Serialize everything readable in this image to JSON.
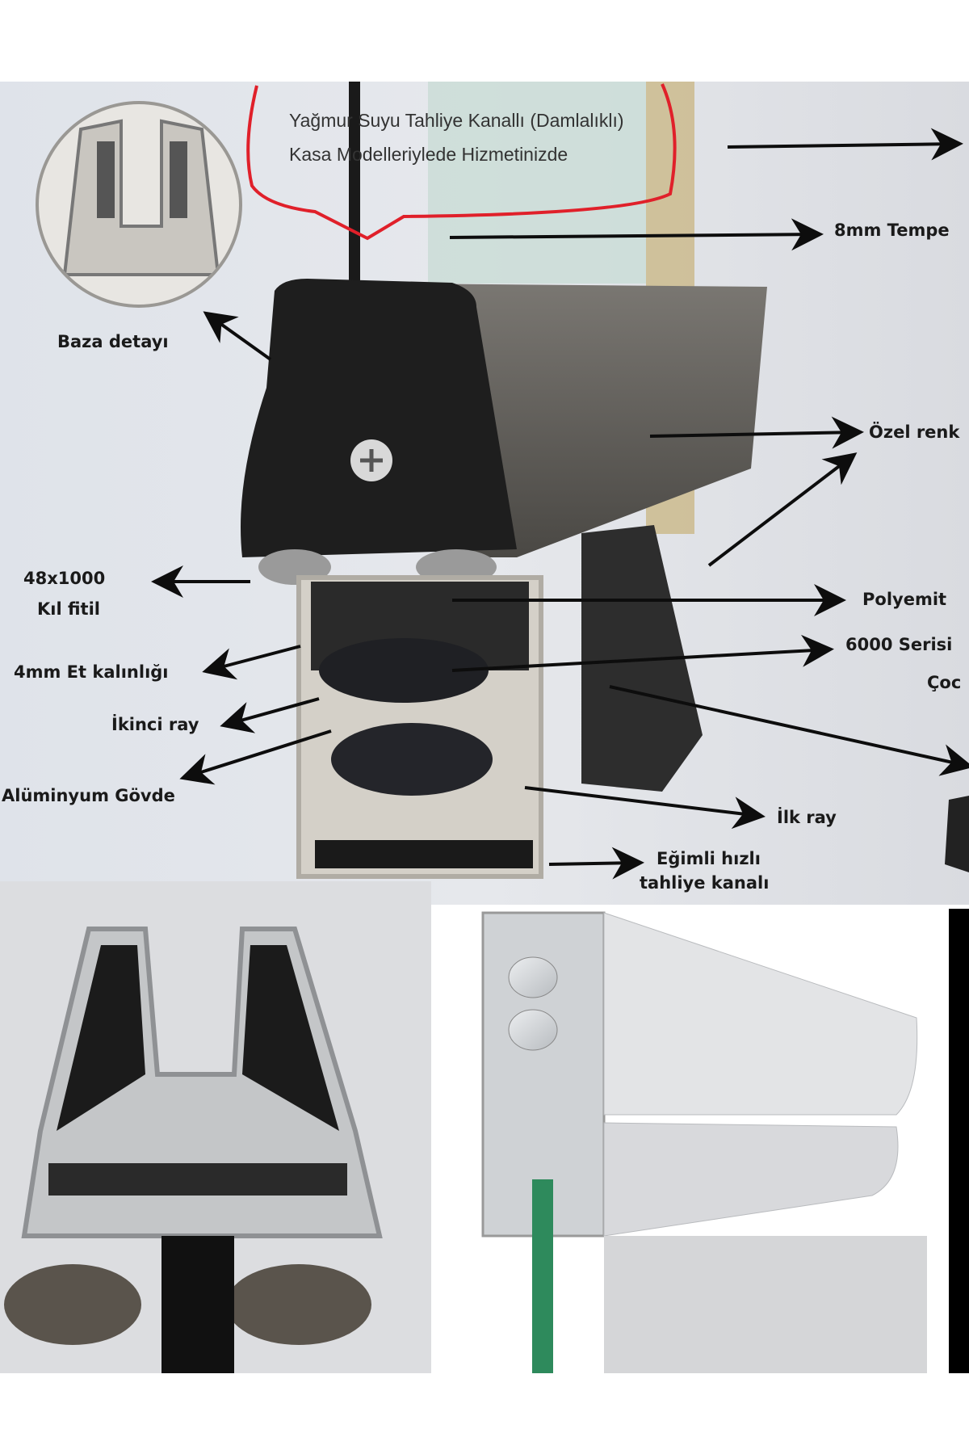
{
  "callout": {
    "line1": "Yağmur Suyu Tahliye Kanallı (Damlalıklı)",
    "line2": "Kasa Modelleriylede Hizmetinizde",
    "border_color": "#e0202a"
  },
  "labels": {
    "baza": "Baza detayı",
    "tempered": "8mm Tempe",
    "ozel_renk": "Özel renk",
    "polyemit": "Polyemit",
    "serisi": "6000 Serisi",
    "coc": "Çoc",
    "fitil_size": "48x1000",
    "fitil": "Kıl fitil",
    "et_kalinligi": "4mm Et kalınlığı",
    "ikinci_ray": "İkinci ray",
    "govde": "Alüminyum Gövde",
    "ilk_ray": "İlk ray",
    "egimli": "Eğimli hızlı",
    "tahliye": "tahliye kanalı"
  }
}
